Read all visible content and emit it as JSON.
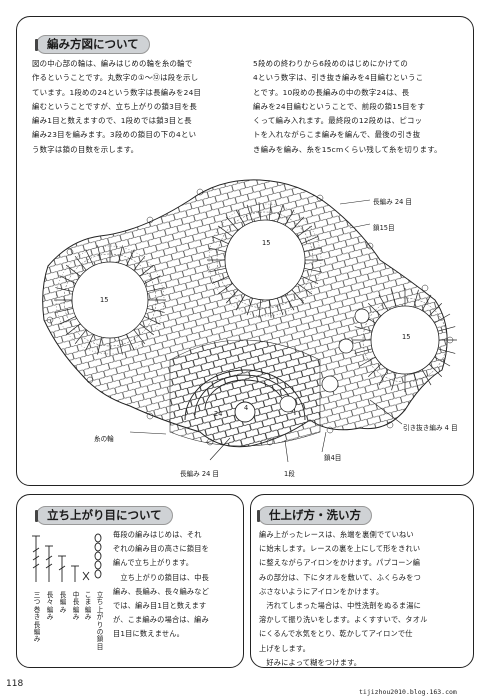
{
  "top_section": {
    "title": "編み方図について",
    "left_text": "図の中心部の輪は、編みはじめの輪を糸の輪で\n作るということです。丸数字の①～⑫は段を示し\nています。1段めの24という数字は長編みを24目\n編むということですが、立ち上がりの鎖3目を長\n編み1目と数えますので、1段めでは鎖3目と長\n編み23目を編みます。3段めの鎖目の下の4とい\nう数字は鎖の目数を示します。",
    "right_text": "5段めの終わりから6段めのはじめにかけての\n4という数字は、引き抜き編みを4目編むというこ\nとです。10段めの長編みの中の数字24は、長\n編みを24目編むということで、前段の鎖15目をす\nくって編み入れます。最終段の12段めは、ピコッ\nトを入れながらこま編みを編んで、最後の引き抜\nき編みを編み、糸を15cmくらい残して糸を切ります。"
  },
  "diagram_labels": {
    "ch24": "長編み 24 目",
    "ch15": "鎖15目",
    "ss4": "引き抜き編み 4 目",
    "ch4": "鎖4目",
    "r1": "1段",
    "ring": "糸の輪",
    "dc24": "長編み 24 目",
    "n15a": "15",
    "n15b": "15",
    "n15c": "15",
    "n24": "24",
    "n4": "4"
  },
  "turning_section": {
    "title": "立ち上がり目について",
    "body": "毎段の編みはじめは、それ\nぞれの編み目の高さに鎖目を\n編んで立ち上がります。\n　立ち上がりの鎖目は、中長\n編み、長編み、長々編みなど\nでは、編み目1目と数えます\nが、こま編みの場合は、編み\n目1目に数えません。",
    "stitch_labels": [
      "三つ巻き長編み",
      "長々編み",
      "長編み",
      "中長編み",
      "こま編み",
      "立ち上がりの鎖目"
    ]
  },
  "finish_section": {
    "title": "仕上げ方・洗い方",
    "body": "編み上がったレースは、糸端を裏側でていねい\nに始末します。レースの裏を上にして形をきれい\nに整えながらアイロンをかけます。パプコーン編\nみの部分は、下にタオルを敷いて、ふくらみをつ\nぶさないようにアイロンをかけます。\n　汚れてしまった場合は、中性洗剤をぬるま湯に\n溶かして振り洗いをします。よくすすいで、タオル\nにくるんで水気をとり、乾かしてアイロンで仕\n上げをします。\n　好みによって糊をつけます。"
  },
  "page_number": "118",
  "footer_url": "tijizhou2010.blog.163.com"
}
